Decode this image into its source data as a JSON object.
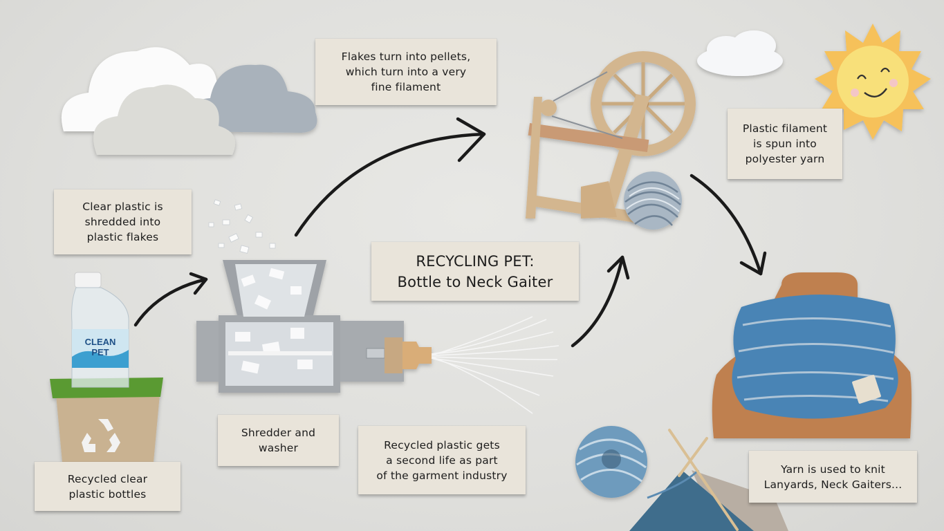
{
  "title": {
    "line1": "RECYCLING PET:",
    "line2": "Bottle to Neck Gaiter"
  },
  "steps": [
    {
      "id": "bottles",
      "lines": [
        "Recycled clear",
        "plastic bottles"
      ]
    },
    {
      "id": "shred",
      "lines": [
        "Clear plastic is",
        "shredded into",
        "plastic flakes"
      ]
    },
    {
      "id": "shredder",
      "lines": [
        "Shredder and",
        "washer"
      ]
    },
    {
      "id": "pellets",
      "lines": [
        "Flakes turn into pellets,",
        "which turn into a very",
        "fine filament"
      ]
    },
    {
      "id": "second-life",
      "lines": [
        "Recycled plastic gets",
        "a second life as part",
        "of the garment industry"
      ]
    },
    {
      "id": "spun",
      "lines": [
        "Plastic filament",
        "is spun into",
        "polyester yarn"
      ]
    },
    {
      "id": "knit",
      "lines": [
        "Yarn is used to knit",
        "Lanyards, Neck Gaiters..."
      ]
    }
  ],
  "bottle_label": {
    "line1": "CLEAN",
    "line2": "PET"
  },
  "icons": [
    "cloud-icon",
    "sun-icon",
    "recycle-icon",
    "bottle-icon",
    "shredder-icon",
    "spinning-wheel-icon",
    "yarn-ball-icon",
    "neck-gaiter-icon",
    "knitting-needles-icon",
    "arrow-icon"
  ],
  "colors": {
    "background": "#e0e0dd",
    "label_paper": "#e9e4da",
    "text": "#1c1c1c",
    "felt_grey": "#a9acb0",
    "cardboard": "#d4b48e",
    "wood": "#b87a45",
    "yarn_blue": "#4f86b3",
    "bin_green": "#5a9a32",
    "sun_outer": "#f6c15a",
    "sun_inner": "#f8e07a",
    "arrow": "#1a1a1a"
  }
}
